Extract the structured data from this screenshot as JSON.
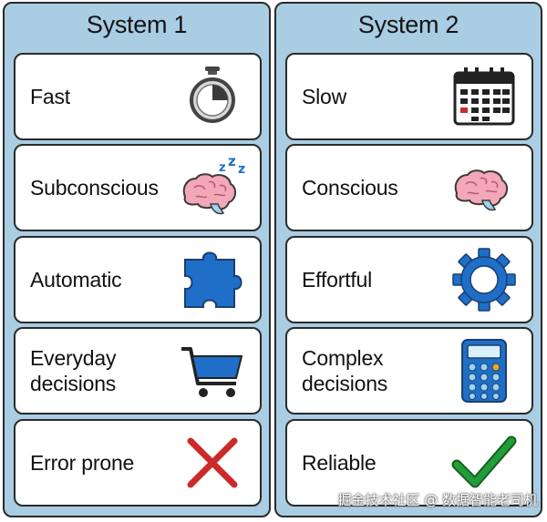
{
  "system1": {
    "title": "System 1",
    "items": [
      {
        "label": "Fast",
        "icon": "stopwatch-icon"
      },
      {
        "label": "Subconscious",
        "icon": "sleeping-brain-icon"
      },
      {
        "label": "Automatic",
        "icon": "puzzle-piece-icon"
      },
      {
        "label": "Everyday\ndecisions",
        "icon": "shopping-cart-icon"
      },
      {
        "label": "Error prone",
        "icon": "cross-mark-icon"
      }
    ]
  },
  "system2": {
    "title": "System 2",
    "items": [
      {
        "label": "Slow",
        "icon": "calendar-icon"
      },
      {
        "label": "Conscious",
        "icon": "brain-icon"
      },
      {
        "label": "Effortful",
        "icon": "gear-icon"
      },
      {
        "label": "Complex\ndecisions",
        "icon": "calculator-icon"
      },
      {
        "label": "Reliable",
        "icon": "check-mark-icon"
      }
    ]
  },
  "colors": {
    "column_bg": "#a9cde3",
    "accent_blue": "#1f6fc8",
    "cross_red": "#cc2a2a",
    "check_green": "#1f9e3a"
  },
  "watermark": "掘金技术社区 @ 数据智能老司机"
}
